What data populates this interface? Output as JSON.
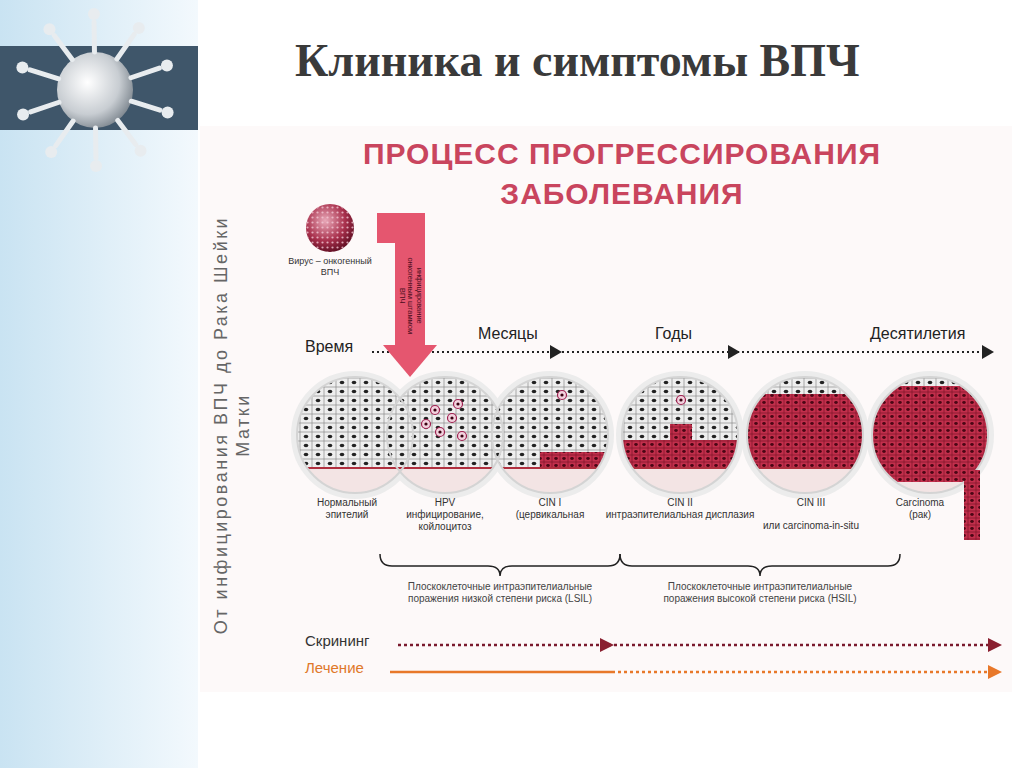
{
  "diagram": {
    "title": "Клиника и симптомы ВПЧ",
    "nodes": [
      {
        "text": [
          "Вирус – онкогенный ВПЧ"
        ]
      },
      {
        "text": [
          "Нормальный эпителий"
        ]
      },
      {
        "text": [
          "HPV инфицирование, койлоцитоз"
        ]
      },
      {
        "text": [
          "CIN I",
          "(цервикальная"
        ]
      },
      {
        "text": [
          "CIN II",
          "интраэпителиальная дисплазия"
        ]
      },
      {
        "text": [
          "CIN III",
          "или carcinoma-in-situ"
        ]
      },
      {
        "text": [
          "Carcinoma (рак)"
        ]
      }
    ],
    "edges": [
      {
        "from": 0,
        "to": 2,
        "arrow": "to",
        "label": "инфицирование онкогенным штаммом ВПЧ"
      }
    ],
    "labels": [
      "ПРОЦЕСС ПРОГРЕССИРОВАНИЯ ЗАБОЛЕВАНИЯ",
      "От инфицирования ВПЧ до Рака Шейки Матки",
      "Время",
      "Месяцы",
      "Годы",
      "Десятилетия",
      "Плоскоклеточные интраэпителиальные поражения низкой степени риска (LSIL)",
      "Плоскоклеточные интраэпителиальные поражения высокой степени риска (HSIL)",
      "Скрининг",
      "Лечение"
    ]
  }
}
